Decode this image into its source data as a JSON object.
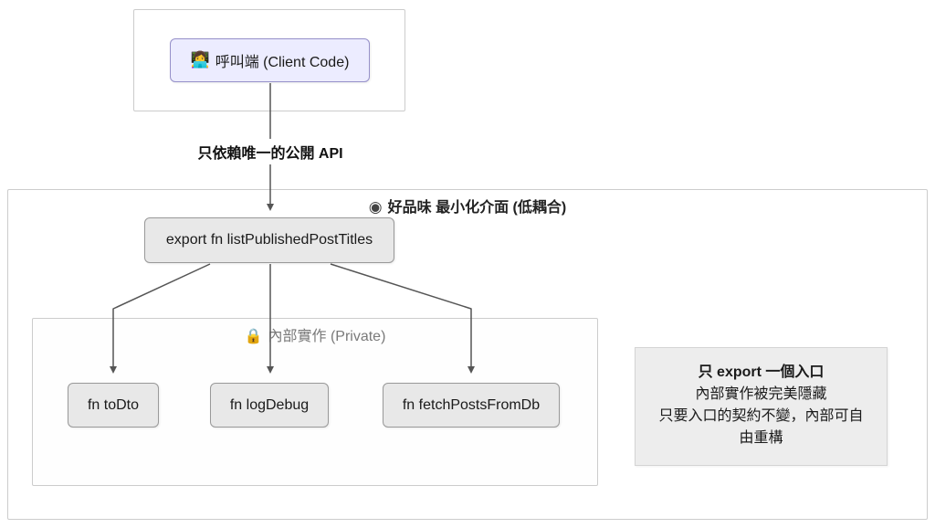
{
  "diagram": {
    "client_group": {
      "node": {
        "icon": "👩‍💻",
        "label": "呼叫端 (Client Code)"
      }
    },
    "edge_label": "只依賴唯一的公開 API",
    "api_group": {
      "icon": "◉",
      "label": "好品味 最小化介面 (低耦合)",
      "export_node": {
        "label": "export fn listPublishedPostTitles"
      },
      "private_group": {
        "icon": "🔒",
        "label": "內部實作 (Private)",
        "nodes": [
          {
            "label": "fn toDto"
          },
          {
            "label": "fn logDebug"
          },
          {
            "label": "fn fetchPostsFromDb"
          }
        ]
      },
      "note": {
        "lines": [
          "只 export 一個入口",
          "內部實作被完美隱藏",
          "只要入口的契約不變，內部可自由重構"
        ]
      }
    },
    "colors": {
      "client_fill": "#ECECFF",
      "client_border": "#9690C9",
      "node_fill": "#E8E8E8",
      "node_border": "#999999",
      "container_border": "#CCCCCC",
      "note_fill": "#EDEDED",
      "arrow": "#555555"
    }
  }
}
